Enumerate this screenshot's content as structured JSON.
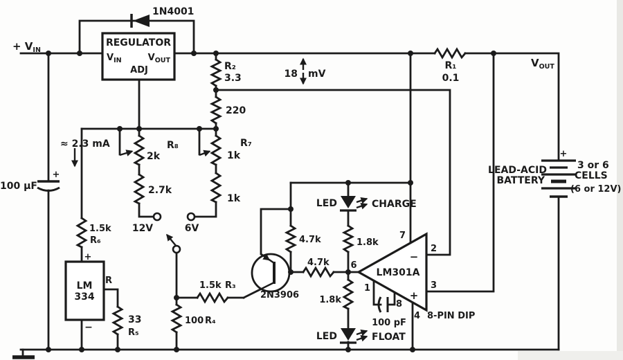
{
  "title": "Lead-acid battery charger schematic",
  "colors": {
    "ink": "#1b1b1b",
    "paper": "#fdfdfc"
  },
  "labels": {
    "vin_main": "+ V",
    "vin_sub": "IN",
    "diode": "1N4001",
    "reg_title": "REGULATOR",
    "reg_vin_main": "V",
    "reg_vin_sub": "IN",
    "reg_vout_main": "V",
    "reg_vout_sub": "OUT",
    "reg_adj": "ADJ",
    "r2_name": "R₂",
    "r2_val": "3.3",
    "r220": "220",
    "mv_left": "18",
    "mv_right": "mV",
    "r1_name": "R₁",
    "r1_val": "0.1",
    "vout_main": "V",
    "vout_sub": "OUT",
    "current": "≈ 2.3 mA",
    "cin_val": "100 µF",
    "cin_plus": "+",
    "r8_name": "R₈",
    "r8_val": "2k",
    "r27": "2.7k",
    "r7_name": "R₇",
    "r7_val": "1k",
    "r1k": "1k",
    "sw12": "12V",
    "sw6": "6V",
    "r6_val": "1.5k",
    "r6_name": "R₆",
    "lm334_1": "LM",
    "lm334_2": "334",
    "lm334_r": "R",
    "lm334_plus": "+",
    "lm334_minus": "−",
    "r5_val": "33",
    "r5_name": "R₅",
    "r3_val": "1.5k",
    "r3_name": "R₃",
    "r4_val": "100",
    "r4_name": "R₄",
    "q1": "2N3906",
    "r47v": "4.7k",
    "r47h": "4.7k",
    "r18u": "1.8k",
    "r18l": "1.8k",
    "led1": "LED",
    "led1_state": "CHARGE",
    "led2": "LED",
    "led2_state": "FLOAT",
    "op_name": "LM301A",
    "op_minus": "−",
    "op_plus": "+",
    "op_p1": "1",
    "op_p2": "2",
    "op_p3": "3",
    "op_p4": "4",
    "op_p6": "6",
    "op_p7": "7",
    "op_p8": "8",
    "op_pkg": "8-PIN DIP",
    "c2": "100 pF",
    "bat_plus": "+",
    "bat_l1": "LEAD-ACID",
    "bat_l2": "BATTERY",
    "bat_r1": "3 or 6",
    "bat_r2": "CELLS",
    "bat_r3": "(6 or 12V)"
  }
}
